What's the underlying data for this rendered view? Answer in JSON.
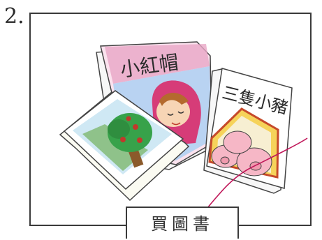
{
  "number": "2.",
  "caption": "買圖書",
  "books": {
    "red_riding_hood_title": "小紅帽",
    "three_pigs_title": "三隻小豬"
  }
}
